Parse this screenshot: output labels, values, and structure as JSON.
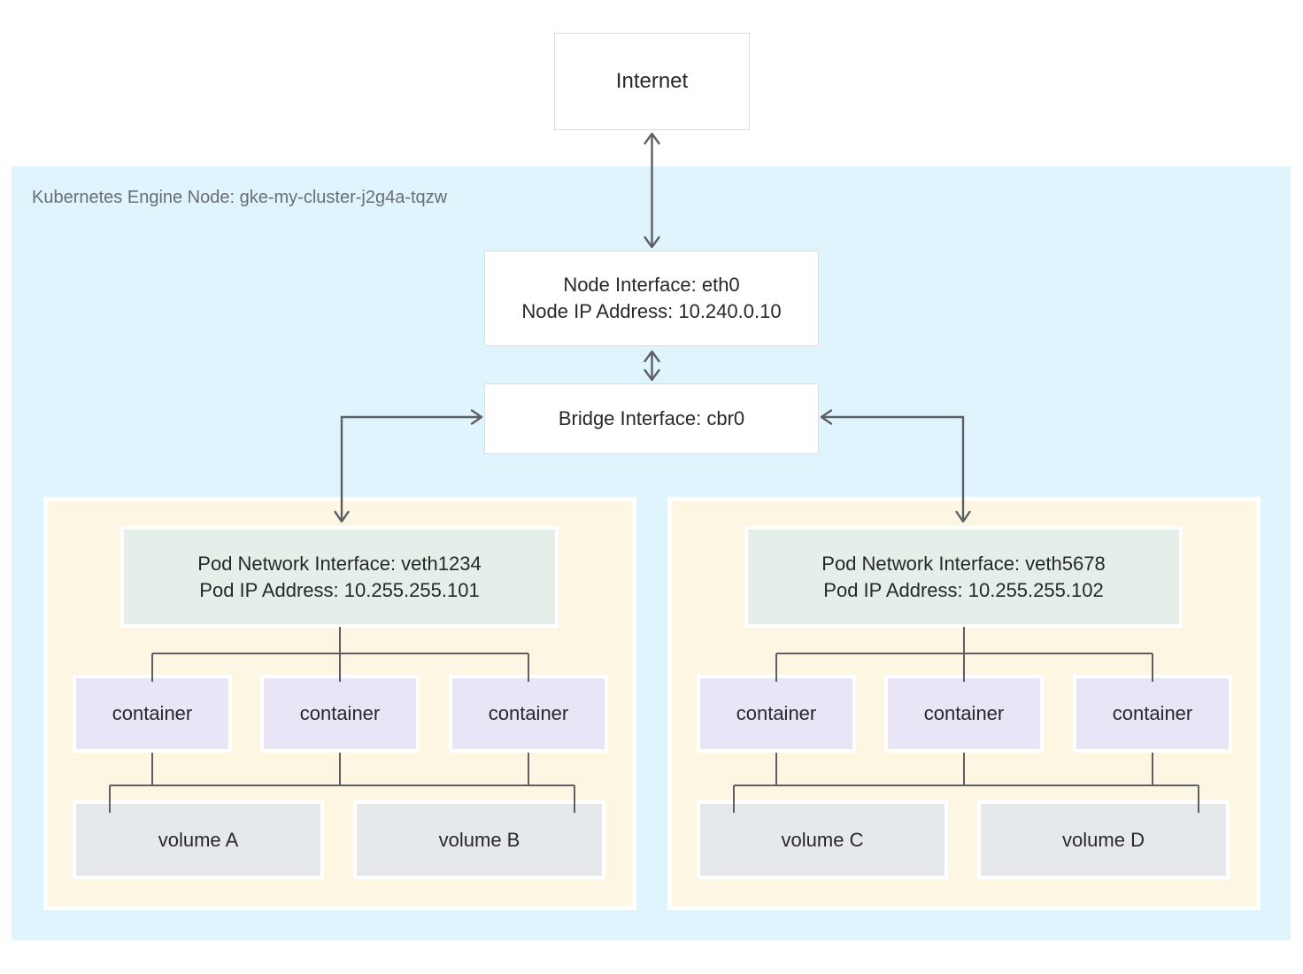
{
  "colors": {
    "c-page": "#ffffff",
    "c-node-bg": "#e0f4fd",
    "c-pod-bg": "#fdf6e3",
    "c-green": "#e3efe8",
    "c-purple": "#eae4f7",
    "c-gray": "#e6e9ec",
    "c-box-border": "#dadce0",
    "c-line": "#5c6064",
    "c-text": "#26282b",
    "c-label": "#6a6e72"
  },
  "diagram": {
    "internet": {
      "label": "Internet"
    },
    "cluster": {
      "label": "Kubernetes Engine Node: gke-my-cluster-j2g4a-tqzw"
    },
    "node_interface": {
      "line1": "Node Interface: eth0",
      "line2": "Node IP Address: 10.240.0.10"
    },
    "bridge": {
      "label": "Bridge Interface: cbr0"
    },
    "pods": [
      {
        "interface_line1": "Pod Network Interface: veth1234",
        "interface_line2": "Pod IP Address: 10.255.255.101",
        "containers": [
          "container",
          "container",
          "container"
        ],
        "volumes": [
          "volume A",
          "volume B"
        ]
      },
      {
        "interface_line1": "Pod Network Interface: veth5678",
        "interface_line2": "Pod IP Address: 10.255.255.102",
        "containers": [
          "container",
          "container",
          "container"
        ],
        "volumes": [
          "volume C",
          "volume D"
        ]
      }
    ]
  }
}
